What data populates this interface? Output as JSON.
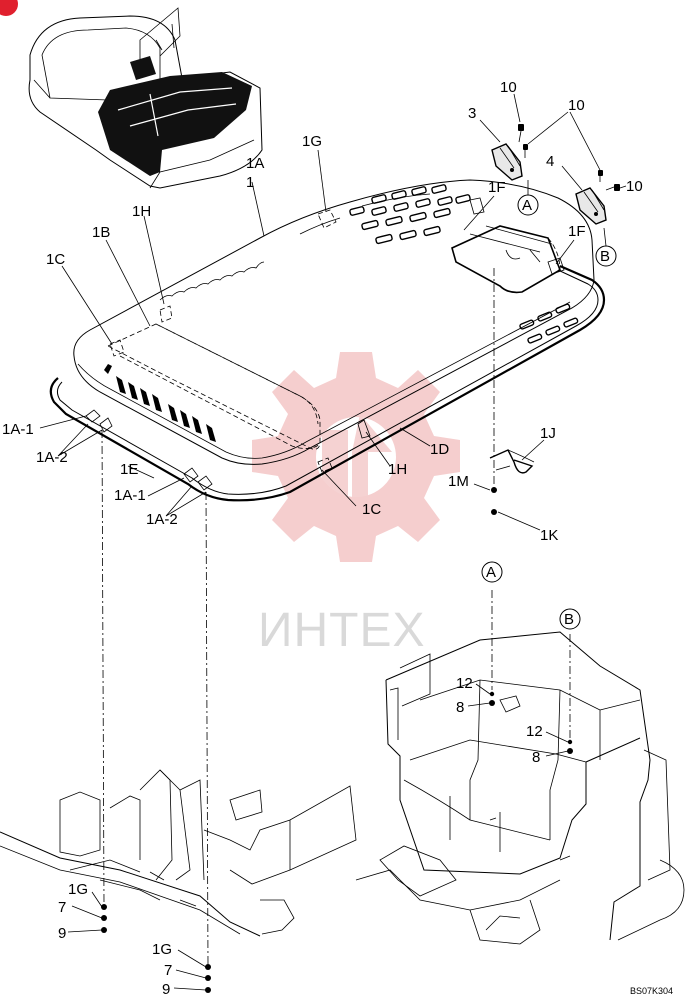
{
  "diagram": {
    "code": "BS07K304",
    "watermark_text": "ИНТЕХ",
    "colors": {
      "line": "#000000",
      "watermark_gear": "#f4c9c9",
      "watermark_text": "#d9d9d9",
      "corner_badge": "#e0202e",
      "mat": "#111111"
    },
    "labels": {
      "l1A": "1A",
      "l1": "1",
      "l1G_top": "1G",
      "l1F_a": "1F",
      "l1F_b": "1F",
      "l1H_a": "1H",
      "l1H_b": "1H",
      "l1B": "1B",
      "l1C_a": "1C",
      "l1C_b": "1C",
      "l1A1_a": "1A-1",
      "l1A1_b": "1A-1",
      "l1A2_a": "1A-2",
      "l1A2_b": "1A-2",
      "l1E": "1E",
      "l1D": "1D",
      "l1J": "1J",
      "l1M": "1M",
      "l1K": "1K",
      "l3": "3",
      "l4": "4",
      "l10_a": "10",
      "l10_b": "10",
      "l10_c": "10",
      "callout_A_top": "A",
      "callout_B_top": "B",
      "callout_A_bot": "A",
      "callout_B_bot": "B",
      "l12_a": "12",
      "l12_b": "12",
      "l8_a": "8",
      "l8_b": "8",
      "l1G_b1": "1G",
      "l7_b1": "7",
      "l9_b1": "9",
      "l1G_b2": "1G",
      "l7_b2": "7",
      "l9_b2": "9"
    }
  }
}
